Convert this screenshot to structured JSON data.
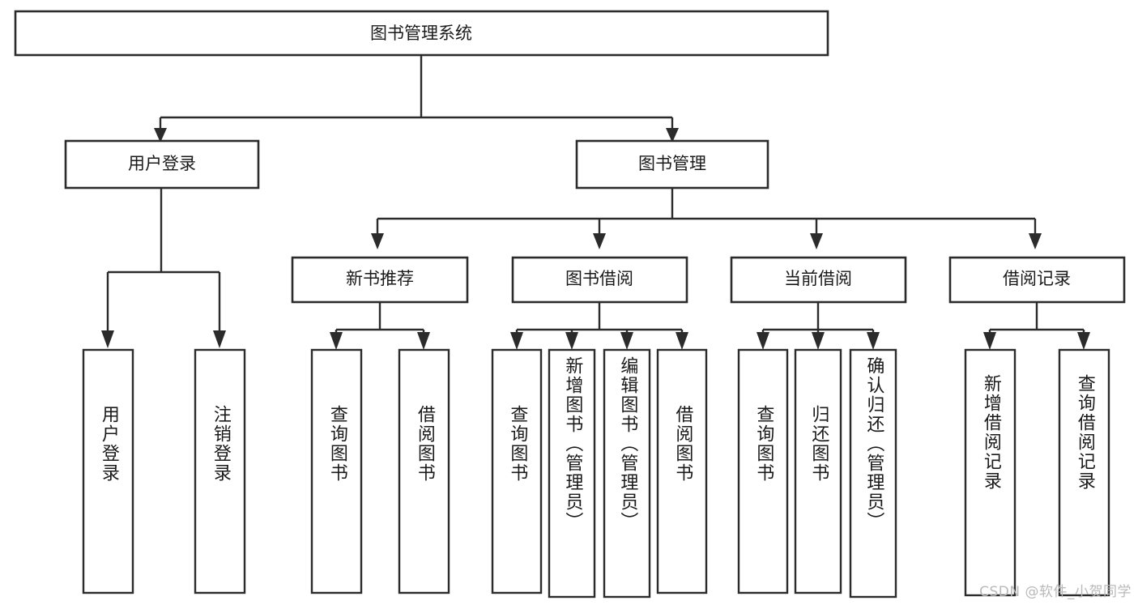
{
  "diagram": {
    "type": "tree",
    "title": "图书管理系统",
    "root": {
      "id": "root",
      "label": "图书管理系统"
    },
    "level2": [
      {
        "id": "user-login",
        "label": "用户登录"
      },
      {
        "id": "book-manage",
        "label": "图书管理"
      }
    ],
    "level3": [
      {
        "id": "new-book-rec",
        "label": "新书推荐",
        "parent": "book-manage"
      },
      {
        "id": "book-borrow",
        "label": "图书借阅",
        "parent": "book-manage"
      },
      {
        "id": "current-borrow",
        "label": "当前借阅",
        "parent": "book-manage"
      },
      {
        "id": "borrow-record",
        "label": "借阅记录",
        "parent": "book-manage"
      }
    ],
    "leaves": [
      {
        "id": "leaf-user-login",
        "label": "用户登录",
        "parent": "user-login"
      },
      {
        "id": "leaf-logout",
        "label": "注销登录",
        "parent": "user-login"
      },
      {
        "id": "leaf-query-book-1",
        "label": "查询图书",
        "parent": "new-book-rec"
      },
      {
        "id": "leaf-borrow-book-1",
        "label": "借阅图书",
        "parent": "new-book-rec"
      },
      {
        "id": "leaf-query-book-2",
        "label": "查询图书",
        "parent": "book-borrow"
      },
      {
        "id": "leaf-add-book",
        "label": "新增图书（管理员）",
        "parent": "book-borrow"
      },
      {
        "id": "leaf-edit-book",
        "label": "编辑图书（管理员）",
        "parent": "book-borrow"
      },
      {
        "id": "leaf-borrow-book-2",
        "label": "借阅图书",
        "parent": "book-borrow"
      },
      {
        "id": "leaf-query-book-3",
        "label": "查询图书",
        "parent": "current-borrow"
      },
      {
        "id": "leaf-return-book",
        "label": "归还图书",
        "parent": "current-borrow"
      },
      {
        "id": "leaf-confirm-return",
        "label": "确认归还（管理员）",
        "parent": "current-borrow"
      },
      {
        "id": "leaf-add-record",
        "label": "新增借阅记录",
        "parent": "borrow-record"
      },
      {
        "id": "leaf-query-record",
        "label": "查询借阅记录",
        "parent": "borrow-record"
      }
    ]
  },
  "watermark": {
    "text": "CSDN @软件_小贺同学"
  },
  "colors": {
    "stroke": "#2b2b2b",
    "background": "#ffffff",
    "text": "#1a1a1a",
    "watermark": "#b9b9b9"
  }
}
